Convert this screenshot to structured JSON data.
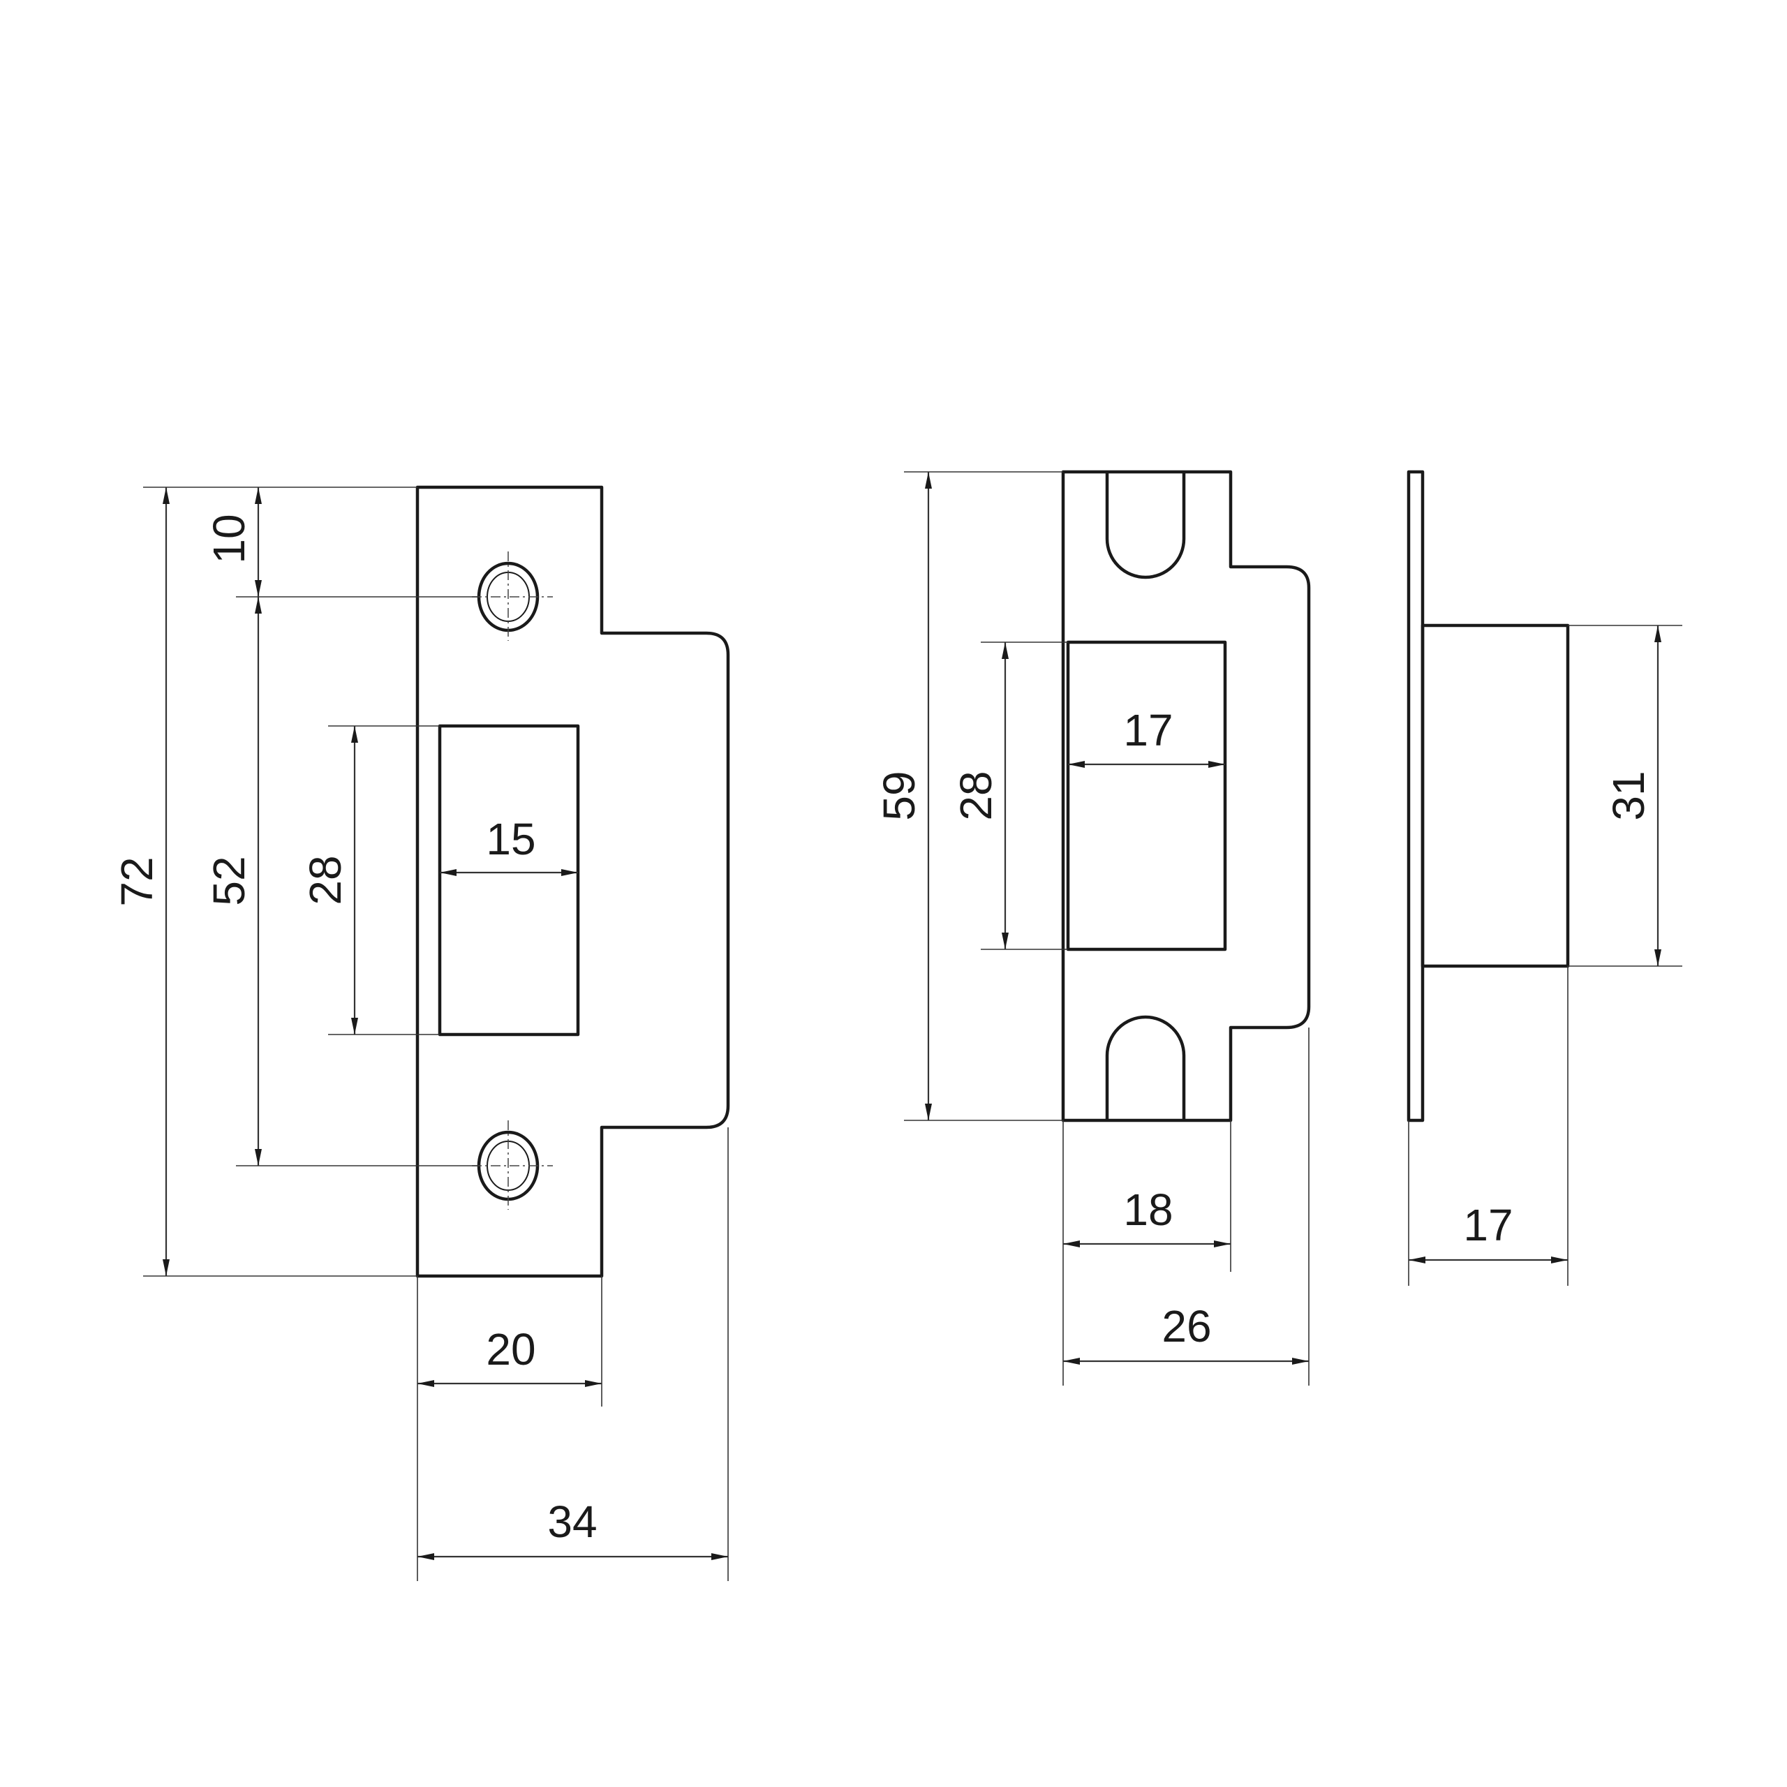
{
  "dimensions": {
    "left_plate": {
      "total_height": "72",
      "top_to_hole": "10",
      "hole_spacing": "52",
      "slot_height": "28",
      "slot_width": "15",
      "plate_width": "20",
      "overall_width": "34"
    },
    "middle_plate": {
      "total_height": "59",
      "slot_height": "28",
      "slot_width": "17",
      "plate_width": "18",
      "overall_width": "26"
    },
    "side_view": {
      "box_height": "31",
      "box_depth": "17"
    }
  },
  "colors": {
    "line": "#1a1a1a",
    "background": "#ffffff"
  }
}
